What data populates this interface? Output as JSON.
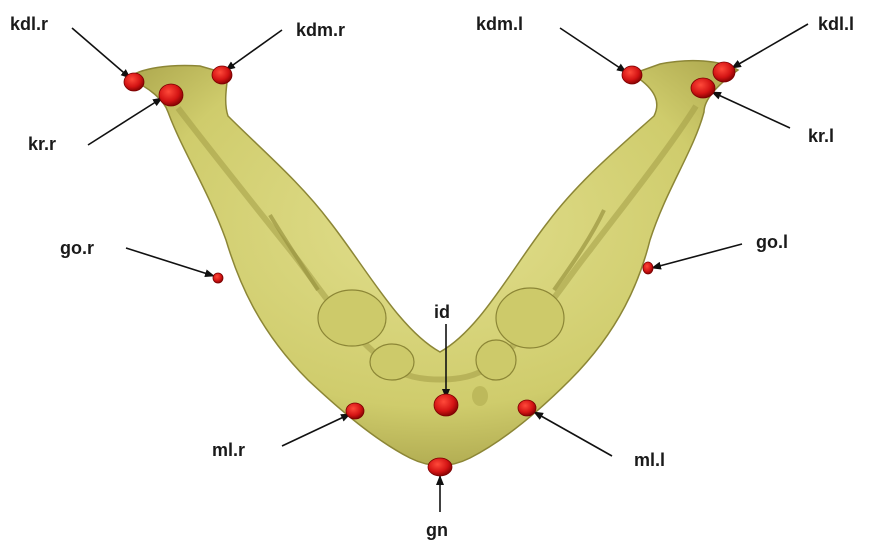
{
  "colors": {
    "bone_fill": "#d6d47a",
    "bone_shade": "#a7a24c",
    "bone_dark": "#7d782f",
    "landmark": "#d41414",
    "landmark_dark": "#7a0000",
    "arrow": "#111111",
    "label": "#1a1a1a"
  },
  "landmarks": {
    "kdl_r": "kdl.r",
    "kdm_r": "kdm.r",
    "kr_r": "kr.r",
    "go_r": "go.r",
    "ml_r": "ml.r",
    "id": "id",
    "gn": "gn",
    "ml_l": "ml.l",
    "go_l": "go.l",
    "kr_l": "kr.l",
    "kdm_l": "kdm.l",
    "kdl_l": "kdl.l"
  }
}
